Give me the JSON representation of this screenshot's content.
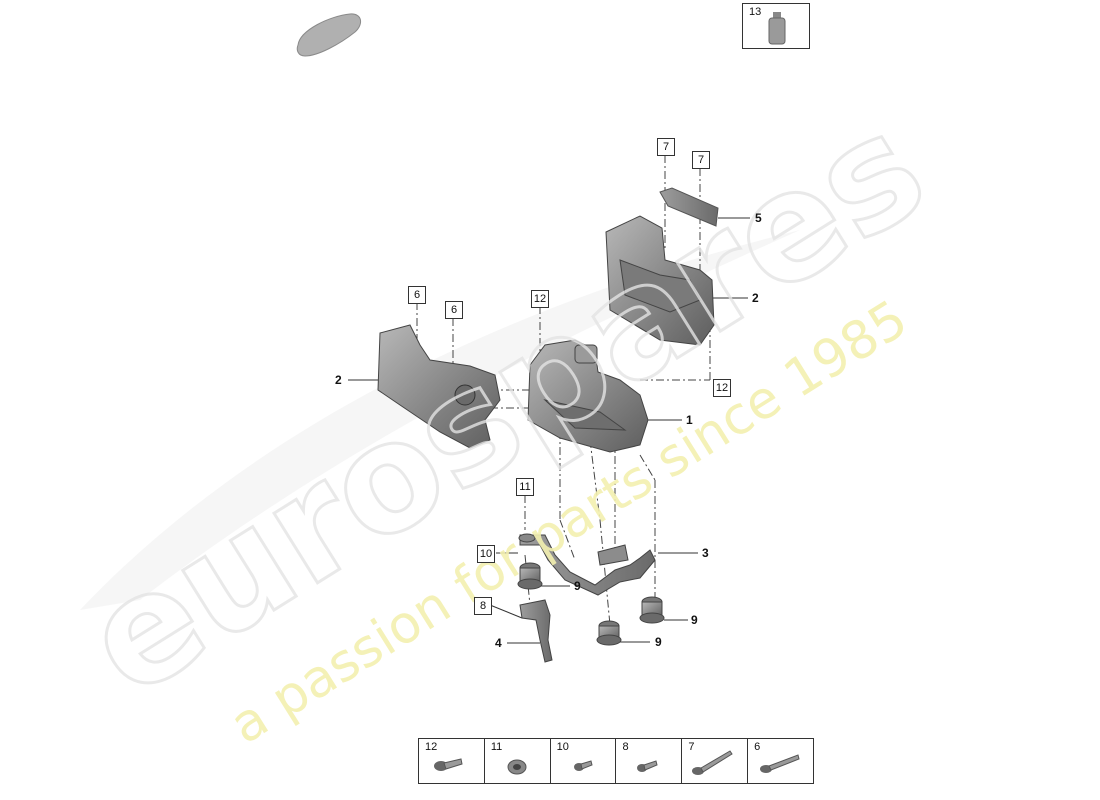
{
  "fluid_box": {
    "number": "13",
    "icon": "bottle-icon"
  },
  "vehicle_icon": "car-icon",
  "callouts": {
    "box_7_left": "7",
    "box_7_right": "7",
    "box_6_left": "6",
    "box_6_right": "6",
    "box_12_top": "12",
    "box_12_right": "12",
    "box_11": "11",
    "box_10": "10",
    "box_8": "8",
    "num_5": "5",
    "num_2_right": "2",
    "num_2_left": "2",
    "num_1": "1",
    "num_3": "3",
    "num_9_a": "9",
    "num_9_b": "9",
    "num_9_c": "9",
    "num_4": "4"
  },
  "hardware_table": [
    {
      "number": "12",
      "icon": "bolt-icon"
    },
    {
      "number": "11",
      "icon": "bushing-icon"
    },
    {
      "number": "10",
      "icon": "screw-icon"
    },
    {
      "number": "8",
      "icon": "screw-icon"
    },
    {
      "number": "7",
      "icon": "long-bolt-icon"
    },
    {
      "number": "6",
      "icon": "long-bolt-icon"
    }
  ],
  "colors": {
    "part_gray": "#8f8f8f",
    "line": "#333333",
    "watermark_yellow": "#f3f0b0"
  }
}
